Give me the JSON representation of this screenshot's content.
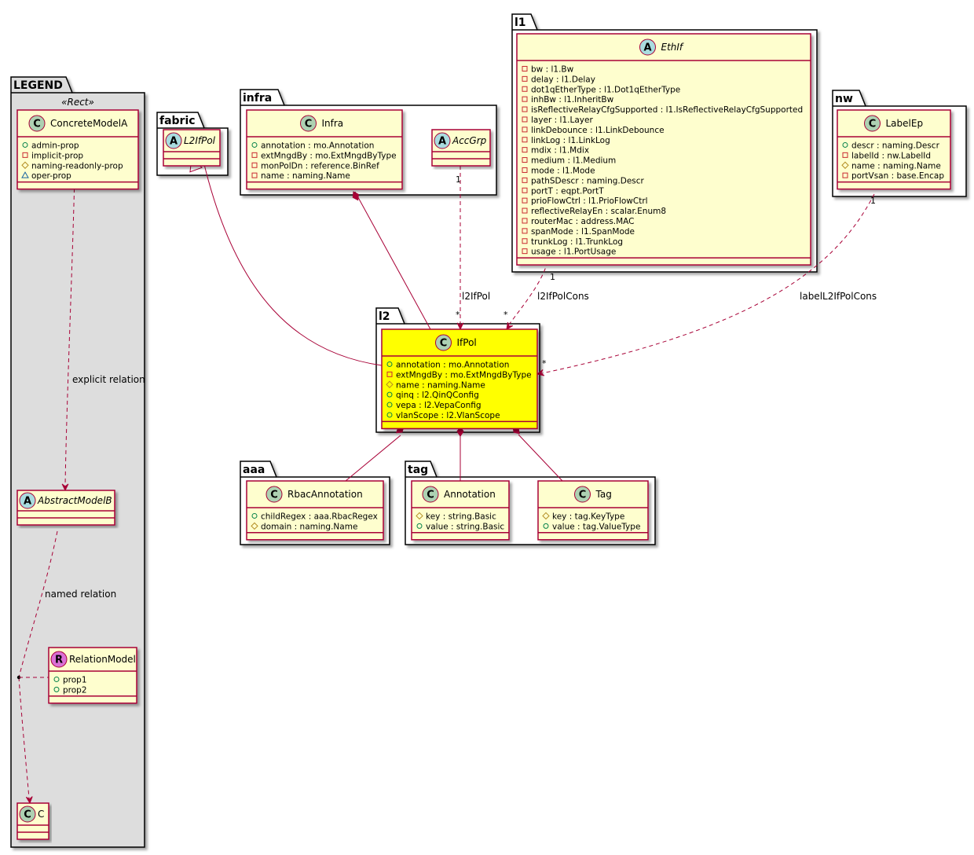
{
  "colors": {
    "class_fill": "#FEFECE",
    "class_border": "#A80036",
    "highlight_fill": "#FFFF00",
    "legend_fill": "#DDDDDD",
    "circle_class": "#ADD1B2",
    "circle_abstract": "#A9DCDF",
    "circle_relation": "#DA70D6",
    "vis_public": "#038048",
    "vis_private": "#C82930",
    "vis_protected": "#B38D22",
    "vis_package": "#1963A0",
    "line": "#A80036"
  },
  "packages": {
    "legend": {
      "name": "LEGEND",
      "stereotype": "«Rect»"
    },
    "fabric": {
      "name": "fabric"
    },
    "infra": {
      "name": "infra"
    },
    "l1": {
      "name": "l1"
    },
    "nw": {
      "name": "nw"
    },
    "l2": {
      "name": "l2"
    },
    "aaa": {
      "name": "aaa"
    },
    "tag": {
      "name": "tag"
    }
  },
  "classes": {
    "concreteModelA": {
      "glyph": "C",
      "name": "ConcreteModelA",
      "attrs": [
        {
          "vis": "public",
          "text": "admin-prop"
        },
        {
          "vis": "private",
          "text": "implicit-prop"
        },
        {
          "vis": "protected",
          "text": "naming-readonly-prop"
        },
        {
          "vis": "package",
          "text": "oper-prop"
        }
      ]
    },
    "abstractModelB": {
      "glyph": "A",
      "name": "AbstractModelB",
      "attrs": []
    },
    "relationModel": {
      "glyph": "R",
      "name": "RelationModel",
      "attrs": [
        {
          "vis": "public",
          "text": "prop1"
        },
        {
          "vis": "public",
          "text": "prop2"
        }
      ]
    },
    "c": {
      "glyph": "C",
      "name": "C",
      "attrs": []
    },
    "l2IfPol": {
      "glyph": "A",
      "name": "L2IfPol",
      "attrs": []
    },
    "infra": {
      "glyph": "C",
      "name": "Infra",
      "attrs": [
        {
          "vis": "public",
          "text": "annotation : mo.Annotation"
        },
        {
          "vis": "private",
          "text": "extMngdBy : mo.ExtMngdByType"
        },
        {
          "vis": "private",
          "text": "monPolDn : reference.BinRef"
        },
        {
          "vis": "private",
          "text": "name : naming.Name"
        }
      ]
    },
    "accGrp": {
      "glyph": "A",
      "name": "AccGrp",
      "attrs": []
    },
    "ethIf": {
      "glyph": "A",
      "name": "EthIf",
      "attrs": [
        {
          "vis": "private",
          "text": "bw : l1.Bw"
        },
        {
          "vis": "private",
          "text": "delay : l1.Delay"
        },
        {
          "vis": "private",
          "text": "dot1qEtherType : l1.Dot1qEtherType"
        },
        {
          "vis": "private",
          "text": "inhBw : l1.InheritBw"
        },
        {
          "vis": "private",
          "text": "isReflectiveRelayCfgSupported : l1.IsReflectiveRelayCfgSupported"
        },
        {
          "vis": "private",
          "text": "layer : l1.Layer"
        },
        {
          "vis": "private",
          "text": "linkDebounce : l1.LinkDebounce"
        },
        {
          "vis": "private",
          "text": "linkLog : l1.LinkLog"
        },
        {
          "vis": "private",
          "text": "mdix : l1.Mdix"
        },
        {
          "vis": "private",
          "text": "medium : l1.Medium"
        },
        {
          "vis": "private",
          "text": "mode : l1.Mode"
        },
        {
          "vis": "private",
          "text": "pathSDescr : naming.Descr"
        },
        {
          "vis": "private",
          "text": "portT : eqpt.PortT"
        },
        {
          "vis": "private",
          "text": "prioFlowCtrl : l1.PrioFlowCtrl"
        },
        {
          "vis": "private",
          "text": "reflectiveRelayEn : scalar.Enum8"
        },
        {
          "vis": "private",
          "text": "routerMac : address.MAC"
        },
        {
          "vis": "private",
          "text": "spanMode : l1.SpanMode"
        },
        {
          "vis": "private",
          "text": "trunkLog : l1.TrunkLog"
        },
        {
          "vis": "private",
          "text": "usage : l1.PortUsage"
        }
      ]
    },
    "labelEp": {
      "glyph": "C",
      "name": "LabelEp",
      "attrs": [
        {
          "vis": "public",
          "text": "descr : naming.Descr"
        },
        {
          "vis": "private",
          "text": "labelId : nw.LabelId"
        },
        {
          "vis": "protected",
          "text": "name : naming.Name"
        },
        {
          "vis": "private",
          "text": "portVsan : base.Encap"
        }
      ]
    },
    "ifPol": {
      "glyph": "C",
      "name": "IfPol",
      "attrs": [
        {
          "vis": "public",
          "text": "annotation : mo.Annotation"
        },
        {
          "vis": "private",
          "text": "extMngdBy : mo.ExtMngdByType"
        },
        {
          "vis": "protected",
          "text": "name : naming.Name"
        },
        {
          "vis": "public",
          "text": "qinq : l2.QinQConfig"
        },
        {
          "vis": "public",
          "text": "vepa : l2.VepaConfig"
        },
        {
          "vis": "public",
          "text": "vlanScope : l2.VlanScope"
        }
      ]
    },
    "rbacAnnotation": {
      "glyph": "C",
      "name": "RbacAnnotation",
      "attrs": [
        {
          "vis": "public",
          "text": "childRegex : aaa.RbacRegex"
        },
        {
          "vis": "protected",
          "text": "domain : naming.Name"
        }
      ]
    },
    "annotation": {
      "glyph": "C",
      "name": "Annotation",
      "attrs": [
        {
          "vis": "protected",
          "text": "key : string.Basic"
        },
        {
          "vis": "public",
          "text": "value : string.Basic"
        }
      ]
    },
    "tag": {
      "glyph": "C",
      "name": "Tag",
      "attrs": [
        {
          "vis": "protected",
          "text": "key : tag.KeyType"
        },
        {
          "vis": "public",
          "text": "value : tag.ValueType"
        }
      ]
    }
  },
  "relations": {
    "explicit": {
      "label": "explicit relation"
    },
    "named": {
      "label": "named relation"
    },
    "l2IfPol": {
      "label": "l2IfPol",
      "src_mult": "1",
      "dst_mult": "*"
    },
    "l2IfPolCons": {
      "label": "l2IfPolCons",
      "src_mult": "1",
      "dst_mult": "*"
    },
    "labelL2IfPolCons": {
      "label": "labelL2IfPolCons",
      "src_mult": "1",
      "dst_mult": "*"
    }
  }
}
